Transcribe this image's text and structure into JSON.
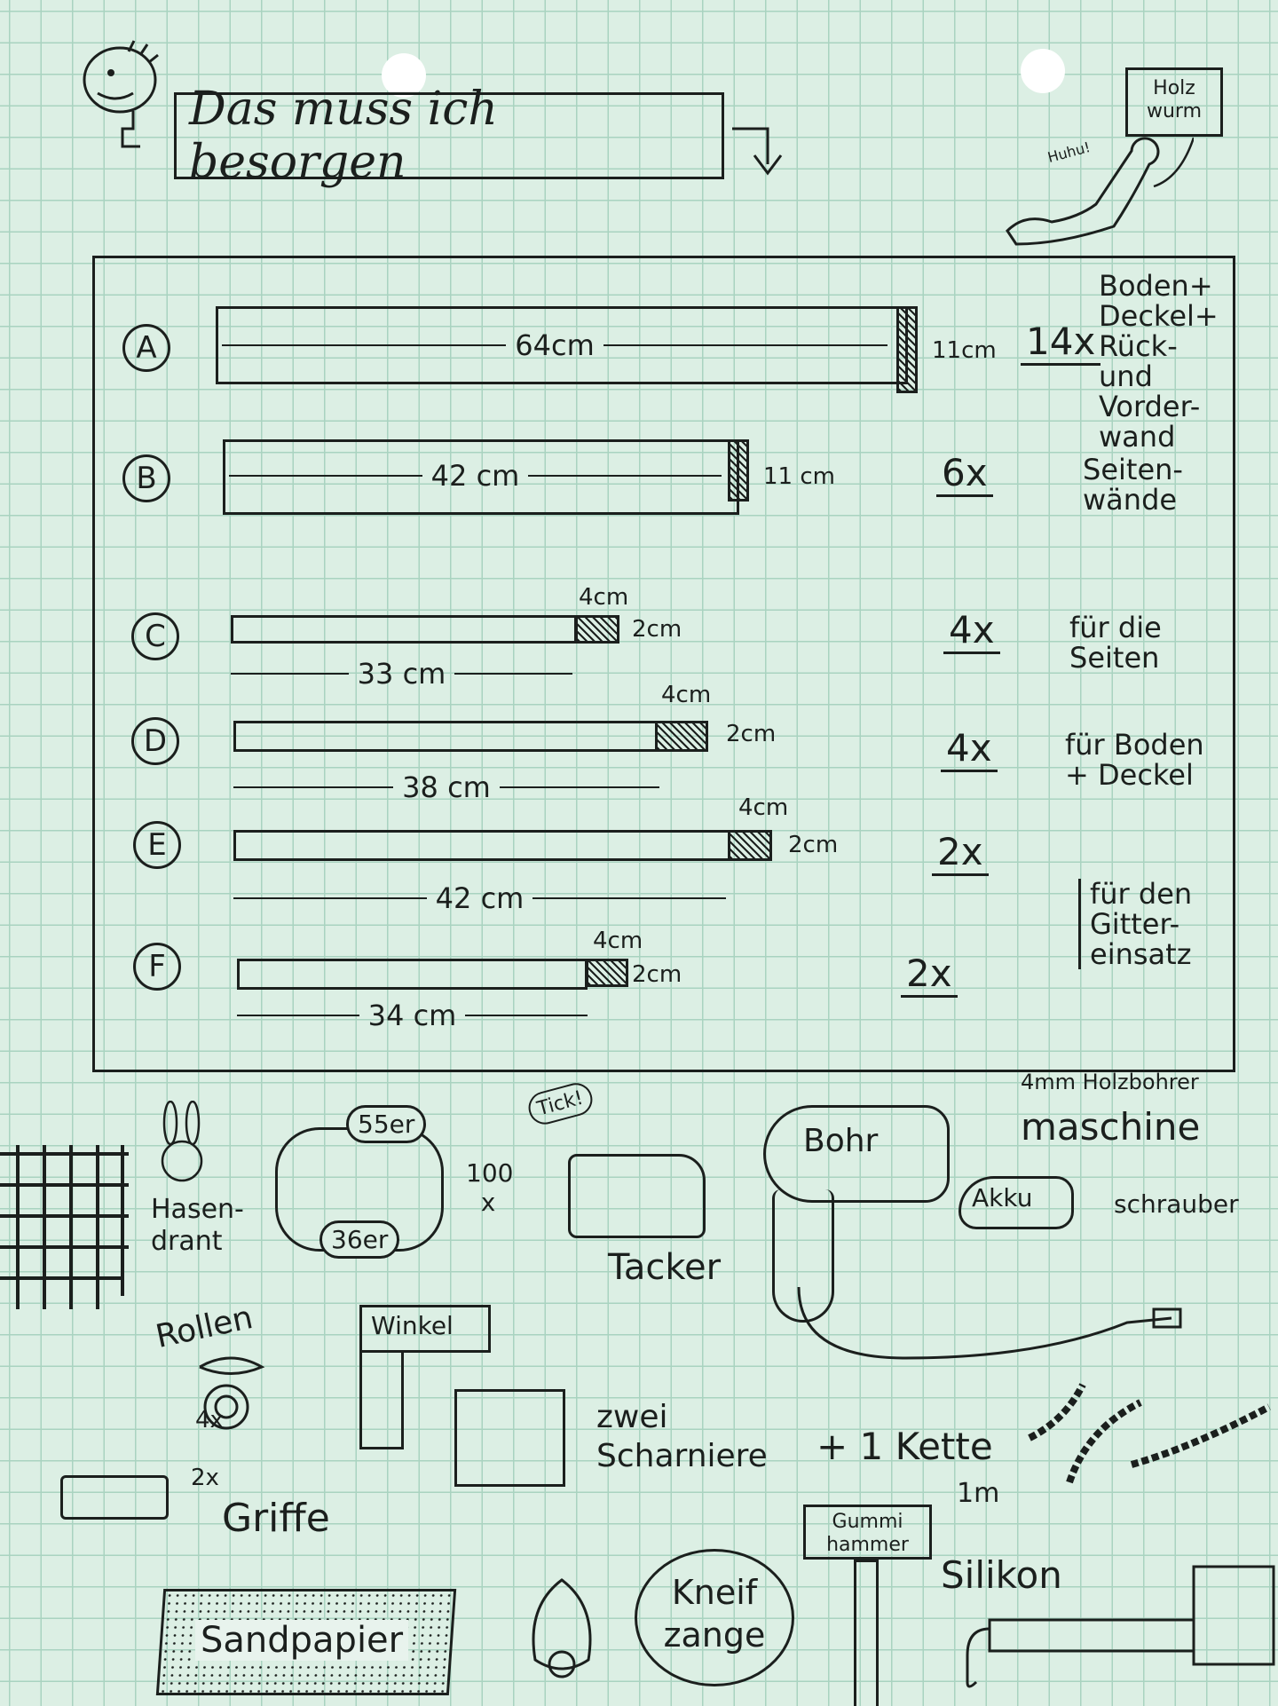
{
  "header": {
    "title": "Das muss ich besorgen",
    "sign": "Holz wurm",
    "speech": "Huhu!"
  },
  "parts": [
    {
      "letter": "A",
      "length": "64cm",
      "height": "11cm",
      "count": "14x",
      "desc": "Boden+ Deckel+ Rück- und Vorder- wand"
    },
    {
      "letter": "B",
      "length": "42 cm",
      "height": "11 cm",
      "count": "6x",
      "desc": "Seiten- wände"
    },
    {
      "letter": "C",
      "length": "33 cm",
      "width": "4cm",
      "height": "2cm",
      "count": "4x",
      "desc": "für die Seiten"
    },
    {
      "letter": "D",
      "length": "38 cm",
      "width": "4cm",
      "height": "2cm",
      "count": "4x",
      "desc": "für Boden + Deckel"
    },
    {
      "letter": "E",
      "length": "42 cm",
      "width": "4cm",
      "height": "2cm",
      "count": "2x",
      "desc": ""
    },
    {
      "letter": "F",
      "length": "34 cm",
      "width": "4cm",
      "height": "2cm",
      "count": "2x",
      "desc": ""
    }
  ],
  "group_desc": "für den Gitter- einsatz",
  "items": {
    "hasendraht": "Hasen- drant",
    "screw_55": "55er",
    "screw_36": "36er",
    "screw_count": "100 x",
    "tick": "Tick!",
    "tacker": "Tacker",
    "drill_bit": "4mm Holzbohrer",
    "drill_a": "Bohr",
    "drill_b": "maschine",
    "akku_a": "Akku",
    "akku_b": "schrauber",
    "rollen": "Rollen",
    "rollen_count": "4x",
    "winkel": "Winkel",
    "scharniere": "zwei Scharniere",
    "kette": "+ 1 Kette",
    "kette_len": "1m",
    "griffe_count": "2x",
    "griffe": "Griffe",
    "gummihammer": "Gummi hammer",
    "silikon": "Silikon",
    "sandpapier": "Sandpapier",
    "kneifzange": "Kneif zange"
  }
}
